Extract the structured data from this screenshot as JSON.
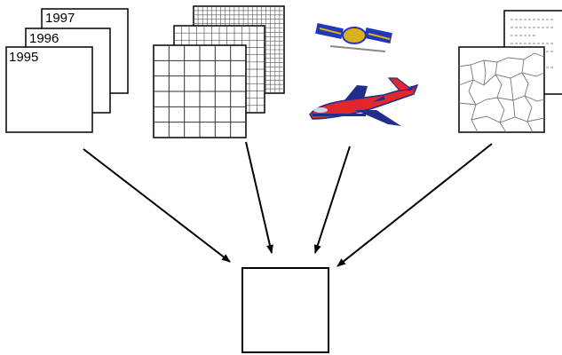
{
  "time_series": {
    "years": [
      "1997",
      "1996",
      "1995"
    ]
  },
  "sources": {
    "time_series_icon": "stacked-pages-icon",
    "grid_icon": "nested-grids-icon",
    "satellite_icon": "satellite-icon",
    "aircraft_icon": "airplane-icon",
    "map_icon": "polygon-map-icon",
    "document_icon": "text-document-icon"
  },
  "target": {
    "icon": "empty-box-icon"
  },
  "colors": {
    "line": "#000000",
    "grid_line": "#555555",
    "plane_body": "#e1272b",
    "plane_trim": "#1f2e8c",
    "satellite_body": "#2238b8",
    "satellite_panel": "#d9b21a"
  }
}
